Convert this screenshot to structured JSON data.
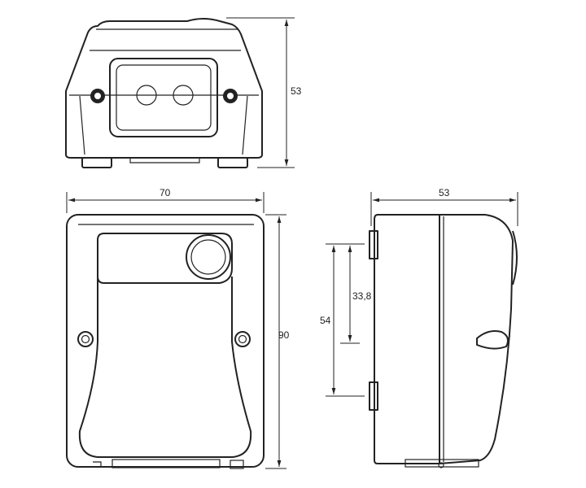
{
  "dimensions": {
    "top_view_height": "53",
    "front_width": "70",
    "front_height": "90",
    "side_width": "53",
    "side_mount_outer": "54",
    "side_mount_inner": "33,8"
  }
}
